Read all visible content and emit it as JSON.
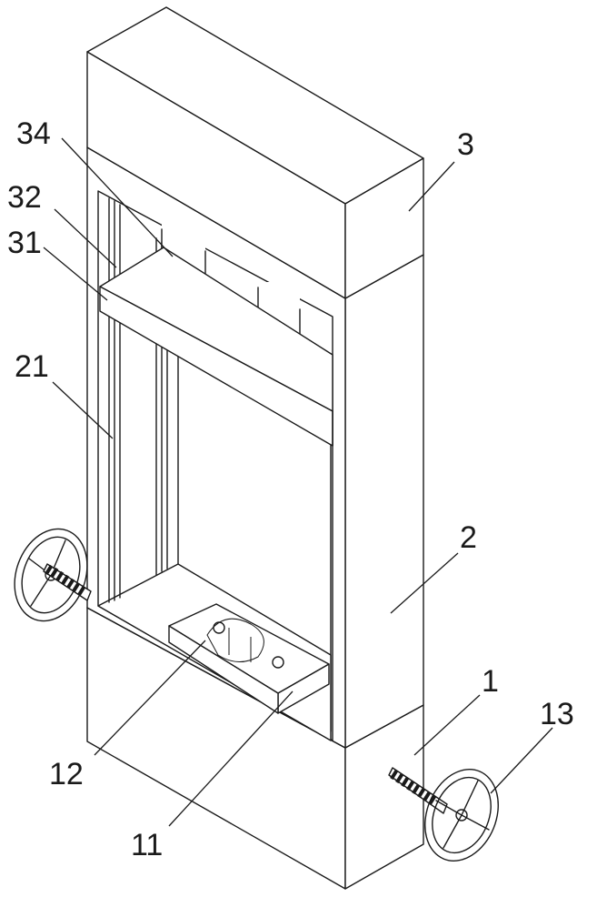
{
  "labels": {
    "l1": "1",
    "l2": "2",
    "l3": "3",
    "l11": "11",
    "l12": "12",
    "l13": "13",
    "l21": "21",
    "l31": "31",
    "l32": "32",
    "l34": "34"
  }
}
